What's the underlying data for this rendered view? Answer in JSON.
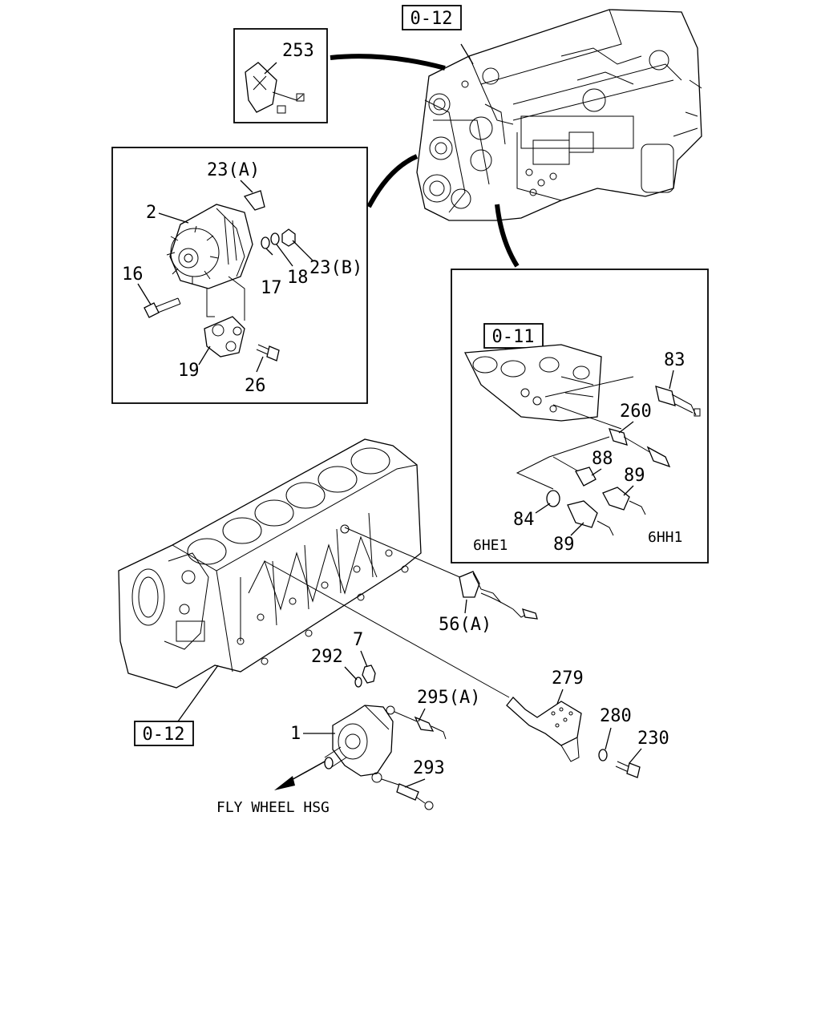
{
  "refs": {
    "top_engine": "0-12",
    "inset_right": "0-11",
    "block": "0-12"
  },
  "parts": {
    "p253": "253",
    "p23a": "23(A)",
    "p2": "2",
    "p17": "17",
    "p18": "18",
    "p23b": "23(B)",
    "p16": "16",
    "p19": "19",
    "p26": "26",
    "p83": "83",
    "p260": "260",
    "p88": "88",
    "p89a": "89",
    "p84": "84",
    "p89b": "89",
    "p56a": "56(A)",
    "p7": "7",
    "p292": "292",
    "p295a": "295(A)",
    "p279": "279",
    "p280": "280",
    "p230": "230",
    "p1": "1",
    "p293": "293"
  },
  "variants": {
    "left": "6HE1",
    "right": "6HH1"
  },
  "direction_note": "FLY WHEEL HSG"
}
